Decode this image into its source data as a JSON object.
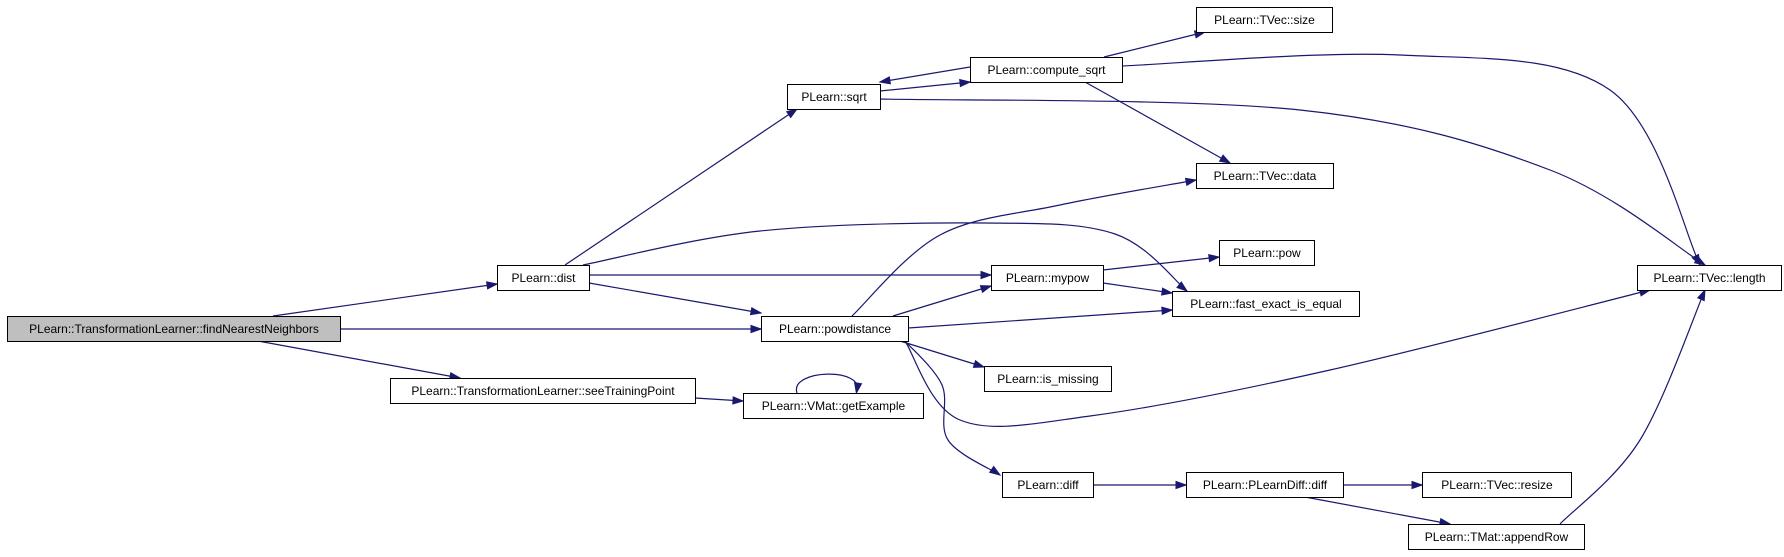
{
  "graph": {
    "nodes": [
      {
        "id": "n_find",
        "label": "PLearn::TransformationLearner::findNearestNeighbors",
        "highlighted": true
      },
      {
        "id": "n_dist",
        "label": "PLearn::dist"
      },
      {
        "id": "n_seetrain",
        "label": "PLearn::TransformationLearner::seeTrainingPoint"
      },
      {
        "id": "n_sqrt",
        "label": "PLearn::sqrt"
      },
      {
        "id": "n_compsqrt",
        "label": "PLearn::compute_sqrt"
      },
      {
        "id": "n_size",
        "label": "PLearn::TVec::size"
      },
      {
        "id": "n_data",
        "label": "PLearn::TVec::data"
      },
      {
        "id": "n_mypow",
        "label": "PLearn::mypow"
      },
      {
        "id": "n_pow",
        "label": "PLearn::pow"
      },
      {
        "id": "n_fastexact",
        "label": "PLearn::fast_exact_is_equal"
      },
      {
        "id": "n_powdist",
        "label": "PLearn::powdistance"
      },
      {
        "id": "n_ismissing",
        "label": "PLearn::is_missing"
      },
      {
        "id": "n_getex",
        "label": "PLearn::VMat::getExample"
      },
      {
        "id": "n_diff",
        "label": "PLearn::diff"
      },
      {
        "id": "n_pldiff",
        "label": "PLearn::PLearnDiff::diff"
      },
      {
        "id": "n_resize",
        "label": "PLearn::TVec::resize"
      },
      {
        "id": "n_appendrow",
        "label": "PLearn::TMat::appendRow"
      },
      {
        "id": "n_length",
        "label": "PLearn::TVec::length"
      }
    ],
    "edges": [
      {
        "from": "n_find",
        "to": "n_dist"
      },
      {
        "from": "n_find",
        "to": "n_powdist"
      },
      {
        "from": "n_find",
        "to": "n_seetrain"
      },
      {
        "from": "n_dist",
        "to": "n_sqrt"
      },
      {
        "from": "n_dist",
        "to": "n_fastexact"
      },
      {
        "from": "n_dist",
        "to": "n_mypow"
      },
      {
        "from": "n_dist",
        "to": "n_powdist"
      },
      {
        "from": "n_sqrt",
        "to": "n_compsqrt"
      },
      {
        "from": "n_sqrt",
        "to": "n_length"
      },
      {
        "from": "n_compsqrt",
        "to": "n_sqrt"
      },
      {
        "from": "n_compsqrt",
        "to": "n_size"
      },
      {
        "from": "n_compsqrt",
        "to": "n_length"
      },
      {
        "from": "n_compsqrt",
        "to": "n_data"
      },
      {
        "from": "n_mypow",
        "to": "n_pow"
      },
      {
        "from": "n_mypow",
        "to": "n_fastexact"
      },
      {
        "from": "n_powdist",
        "to": "n_data"
      },
      {
        "from": "n_powdist",
        "to": "n_mypow"
      },
      {
        "from": "n_powdist",
        "to": "n_fastexact"
      },
      {
        "from": "n_powdist",
        "to": "n_ismissing"
      },
      {
        "from": "n_powdist",
        "to": "n_length"
      },
      {
        "from": "n_powdist",
        "to": "n_diff"
      },
      {
        "from": "n_seetrain",
        "to": "n_getex"
      },
      {
        "from": "n_getex",
        "to": "n_getex"
      },
      {
        "from": "n_diff",
        "to": "n_pldiff"
      },
      {
        "from": "n_pldiff",
        "to": "n_resize"
      },
      {
        "from": "n_pldiff",
        "to": "n_appendrow"
      },
      {
        "from": "n_appendrow",
        "to": "n_length"
      }
    ]
  },
  "colors": {
    "edge": "#191970",
    "node_border": "#000000",
    "node_fill": "#ffffff",
    "highlight_fill": "#bfbfbf",
    "text": "#000000"
  }
}
